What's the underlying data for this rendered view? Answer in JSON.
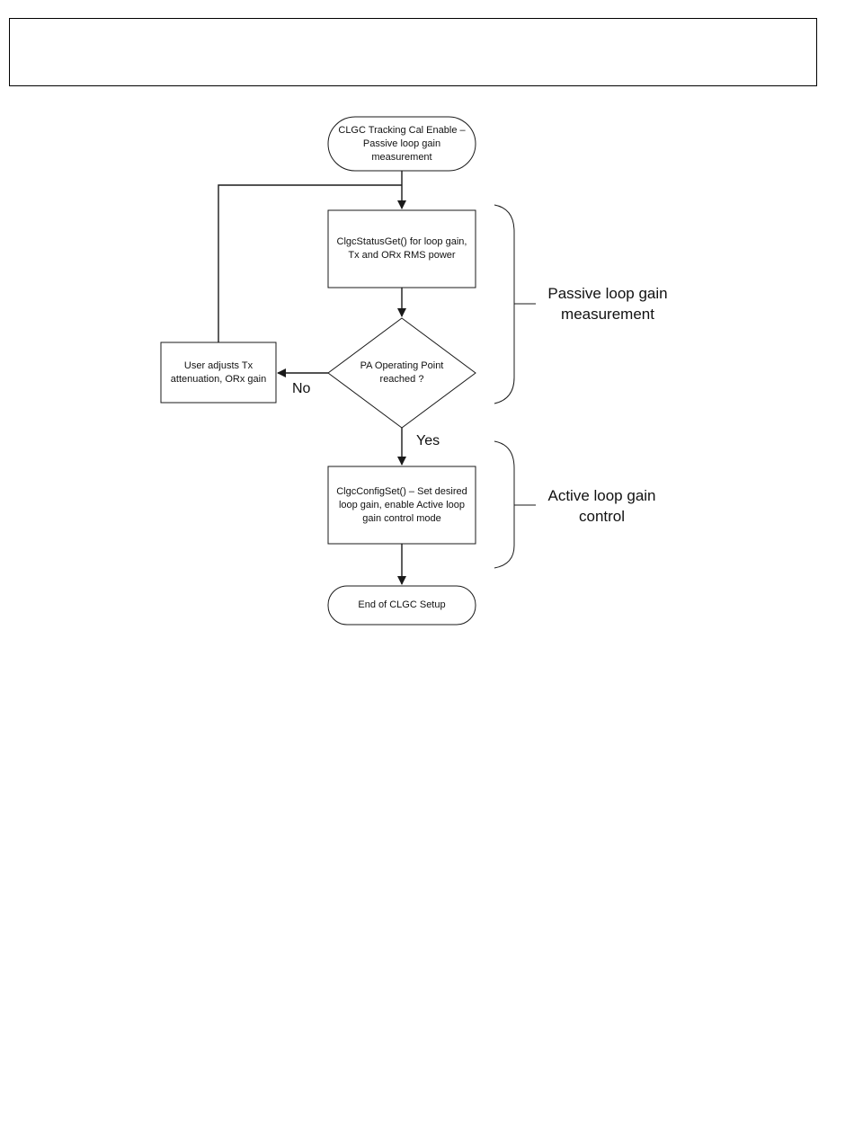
{
  "flowchart": {
    "nodes": {
      "start": {
        "lines": [
          "CLGC Tracking Cal Enable –",
          "Passive loop gain",
          "measurement"
        ]
      },
      "status_get": {
        "lines": [
          "ClgcStatusGet() for loop gain,",
          "Tx and ORx RMS power"
        ]
      },
      "decision": {
        "lines": [
          "PA Operating Point",
          "reached ?"
        ]
      },
      "user_adjust": {
        "lines": [
          "User adjusts Tx",
          "attenuation, ORx gain"
        ]
      },
      "config_set": {
        "lines": [
          "ClgcConfigSet() – Set desired",
          "loop gain, enable Active loop",
          "gain control mode"
        ]
      },
      "end": {
        "lines": [
          "End of CLGC Setup"
        ]
      }
    },
    "edge_labels": {
      "no": "No",
      "yes": "Yes"
    },
    "sections": {
      "passive": {
        "lines": [
          "Passive loop gain",
          "measurement"
        ]
      },
      "active": {
        "lines": [
          "Active loop gain",
          "control"
        ]
      }
    },
    "colors": {
      "stroke": "#1a1a1a",
      "text": "#111111",
      "background": "#ffffff"
    }
  }
}
